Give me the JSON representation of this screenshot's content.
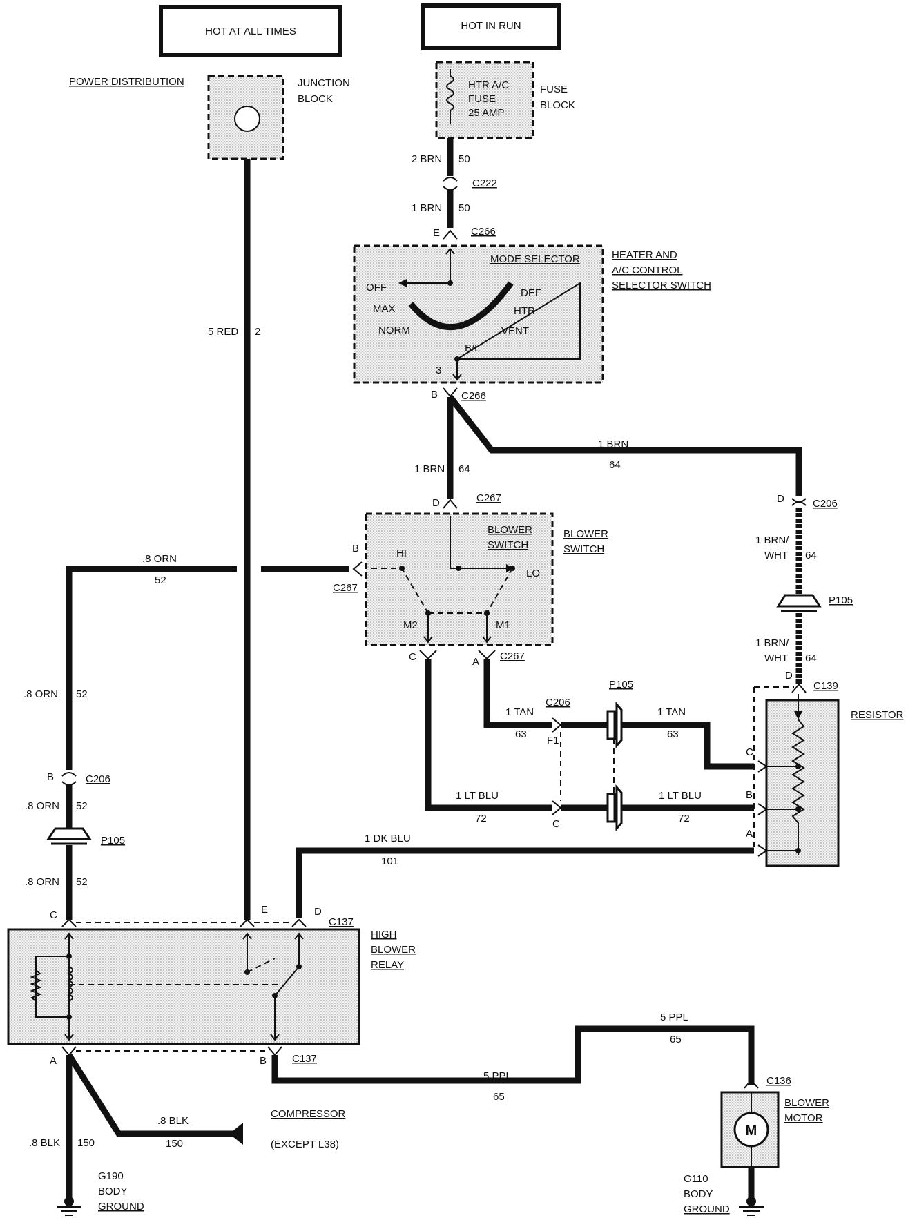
{
  "headers": {
    "hot_all_times": "HOT AT ALL TIMES",
    "hot_in_run": "HOT IN RUN"
  },
  "components": {
    "power_distribution": "POWER DISTRIBUTION",
    "junction_block": [
      "JUNCTION",
      "BLOCK"
    ],
    "fuse_block": [
      "FUSE",
      "BLOCK"
    ],
    "fuse_label": [
      "HTR A/C",
      "FUSE",
      "25 AMP"
    ],
    "mode_selector": "MODE SELECTOR",
    "heater_switch": [
      "HEATER AND",
      "A/C CONTROL",
      "SELECTOR SWITCH"
    ],
    "mode_positions": {
      "off": "OFF",
      "max": "MAX",
      "norm": "NORM",
      "def": "DEF",
      "htr": "HTR",
      "vent": "VENT",
      "bl": "B/L",
      "pin3": "3"
    },
    "blower_switch_inner": [
      "BLOWER",
      "SWITCH"
    ],
    "blower_switch": [
      "BLOWER",
      "SWITCH"
    ],
    "blower_positions": {
      "hi": "HI",
      "lo": "LO",
      "m1": "M1",
      "m2": "M2"
    },
    "resistor": "RESISTOR",
    "relay": [
      "HIGH",
      "BLOWER",
      "RELAY"
    ],
    "motor": [
      "BLOWER",
      "MOTOR"
    ],
    "motor_symbol": "M",
    "compressor": "COMPRESSOR",
    "except": "(EXCEPT L38)",
    "g190": [
      "G190",
      "BODY",
      "GROUND"
    ],
    "g110": [
      "G110",
      "BODY",
      "GROUND"
    ]
  },
  "connectors": {
    "c222": "C222",
    "c266_e": "C266",
    "c266_b": "C266",
    "c267_d": "C267",
    "c267_b": "C267",
    "c267_a": "C267",
    "c206_d": "C206",
    "c206_mid": "C206",
    "c206_b": "C206",
    "p105_r": "P105",
    "p105_mid": "P105",
    "p105_l": "P105",
    "c139": "C139",
    "c137_top": "C137",
    "c137_bot": "C137",
    "c136": "C136"
  },
  "pins": {
    "e266": "E",
    "b266": "B",
    "d267": "D",
    "b267": "B",
    "c267": "C",
    "a267": "A",
    "d206": "D",
    "d139": "D",
    "b206": "B",
    "c137": "C",
    "e137": "E",
    "d137": "D",
    "a137": "A",
    "b137": "B",
    "f1": "F1",
    "c206c": "C",
    "res_c": "C",
    "res_b": "B",
    "res_a": "A"
  },
  "wires": {
    "w50a": "2 BRN",
    "w50a_n": "50",
    "w50b": "1 BRN",
    "w50b_n": "50",
    "w2": "5 RED",
    "w2_n": "2",
    "w64a": "1 BRN",
    "w64a_n": "64",
    "w64b": "1 BRN",
    "w64b_n": "64",
    "w64c": [
      "1 BRN/",
      "WHT"
    ],
    "w64c_n": "64",
    "w64d": [
      "1 BRN/",
      "WHT"
    ],
    "w64d_n": "64",
    "w52a": ".8 ORN",
    "w52a_n": "52",
    "w52b": ".8 ORN",
    "w52b_n": "52",
    "w52c": ".8 ORN",
    "w52c_n": "52",
    "w52d": ".8 ORN",
    "w52d_n": "52",
    "w63a": "1 TAN",
    "w63a_n": "63",
    "w63b": "1 TAN",
    "w63b_n": "63",
    "w72a": "1 LT BLU",
    "w72a_n": "72",
    "w72b": "1 LT BLU",
    "w72b_n": "72",
    "w101": "1 DK BLU",
    "w101_n": "101",
    "w65a": "5 PPL",
    "w65a_n": "65",
    "w65b": "5 PPL",
    "w65b_n": "65",
    "w150a": ".8 BLK",
    "w150a_n": "150",
    "w150b": ".8 BLK",
    "w150b_n": "150"
  }
}
